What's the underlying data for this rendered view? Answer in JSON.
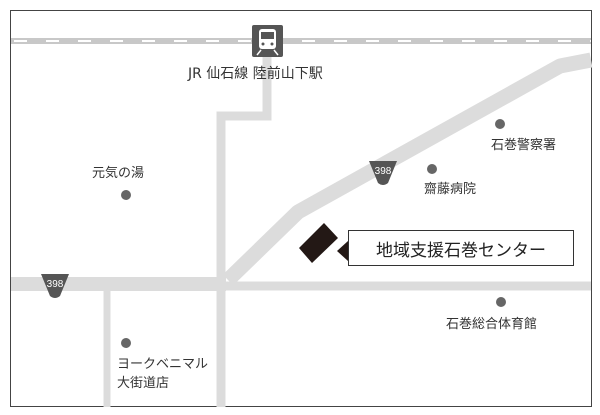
{
  "station": {
    "name": "JR 仙石線 陸前山下駅",
    "icon": "train-icon"
  },
  "route_shields": [
    {
      "number": "398"
    },
    {
      "number": "398"
    }
  ],
  "destination": {
    "name": "地域支援石巻センター",
    "marker_color": "#231815"
  },
  "landmarks": [
    {
      "name": "元気の湯"
    },
    {
      "name": "石巻警察署"
    },
    {
      "name": "齋藤病院"
    },
    {
      "name": "石巻総合体育館"
    },
    {
      "name": "ヨークベニマル",
      "name2": "大街道店"
    }
  ],
  "colors": {
    "road": "#dcdcdc",
    "rail": "#c8c8c8",
    "poi": "#666666",
    "shield": "#555555"
  }
}
